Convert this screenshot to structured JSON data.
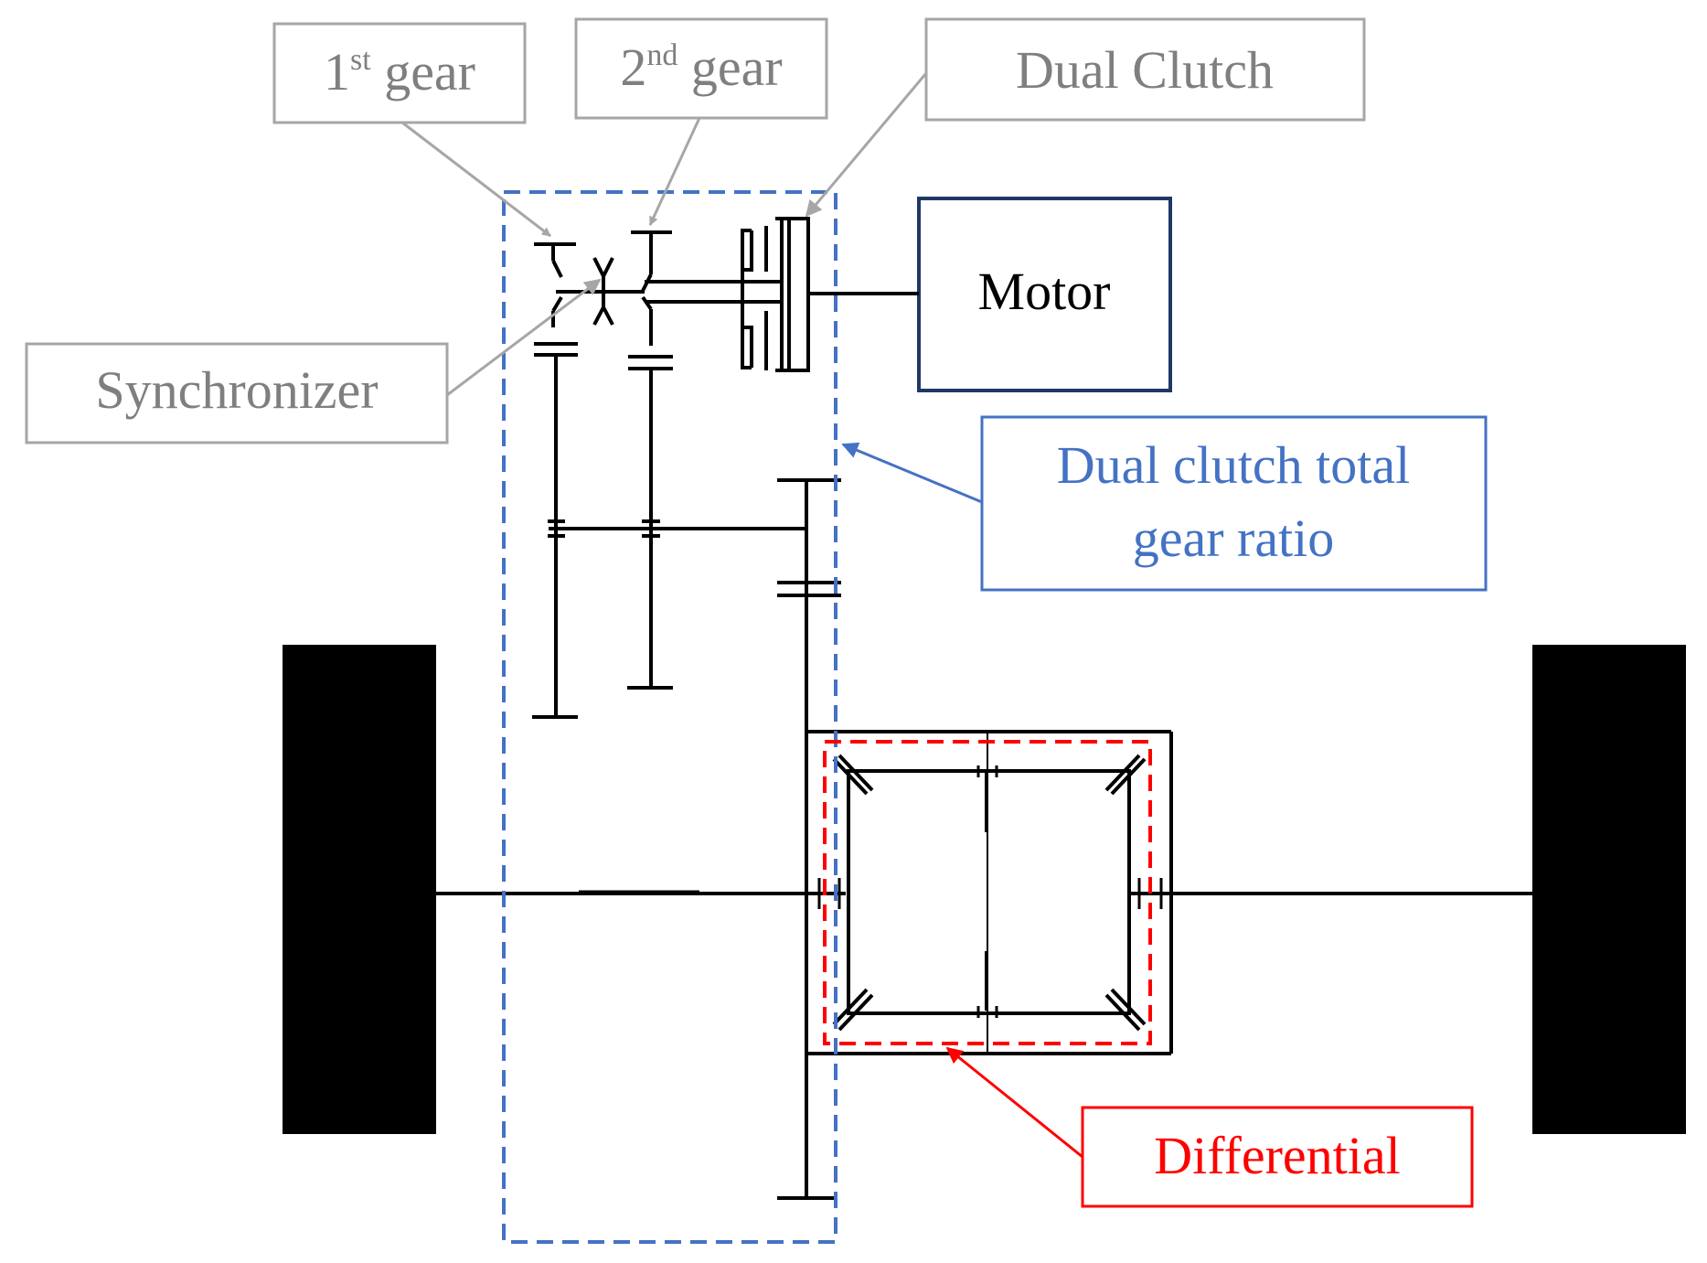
{
  "labels": {
    "first_gear_num": "1",
    "first_gear_sup": "st",
    "first_gear_word": " gear",
    "second_gear_num": "2",
    "second_gear_sup": "nd",
    "second_gear_word": " gear",
    "dual_clutch": "Dual Clutch",
    "motor": "Motor",
    "synchronizer": "Synchronizer",
    "total_ratio_line1": "Dual clutch total",
    "total_ratio_line2": "gear ratio",
    "differential": "Differential"
  },
  "colors": {
    "label_gray": "#7f7f7f",
    "box_gray": "#a6a6a6",
    "blue": "#4472c4",
    "red": "#ff0000",
    "black": "#000000",
    "motor_border": "#1f3864"
  }
}
